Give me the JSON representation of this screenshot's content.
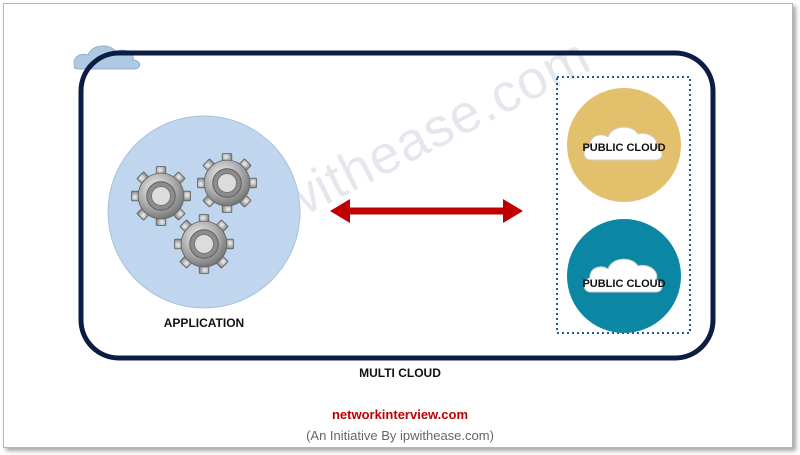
{
  "diagram": {
    "application_label": "APPLICATION",
    "multi_cloud_label": "MULTI CLOUD",
    "public_clouds": [
      {
        "label": "PUBLIC CLOUD",
        "color": "#e3c06b"
      },
      {
        "label": "PUBLIC CLOUD",
        "color": "#0b86a3"
      }
    ],
    "arrow_color": "#c00000",
    "border_color": "#0b1d45",
    "app_circle_color": "#c0d6ee"
  },
  "footer": {
    "site": "networkinterview.com",
    "site_color": "#c00000",
    "tagline": "(An Initiative By ipwithease.com)"
  },
  "watermark": "ipwithease.com",
  "icons": {
    "corner_cloud": "cloud-icon",
    "application": "gears-icon",
    "link": "double-arrow-icon"
  }
}
